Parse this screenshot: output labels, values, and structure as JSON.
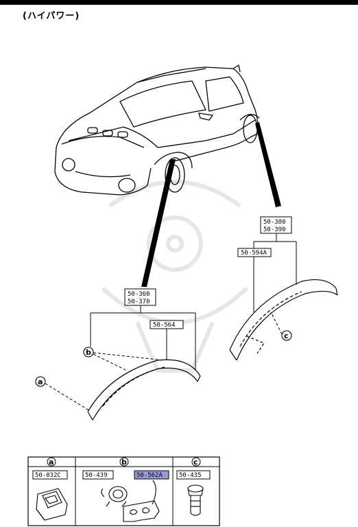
{
  "heading": "(ハイパワー)",
  "callouts": {
    "front_group": [
      "50-360",
      "50-370"
    ],
    "front_part": "50-564",
    "rear_group": [
      "50-380",
      "50-390"
    ],
    "rear_part": "50-594A",
    "label_a": "a",
    "label_b": "b",
    "label_c": "c"
  },
  "legend": {
    "columns": [
      {
        "label": "a",
        "parts": [
          "50-032C"
        ]
      },
      {
        "label": "b",
        "parts": [
          "50-439",
          "50-562A"
        ]
      },
      {
        "label": "c",
        "parts": [
          "50-435"
        ]
      }
    ]
  },
  "colors": {
    "highlight": "#9999dd",
    "ink": "#000000",
    "watermark": "#e6e6e6"
  }
}
